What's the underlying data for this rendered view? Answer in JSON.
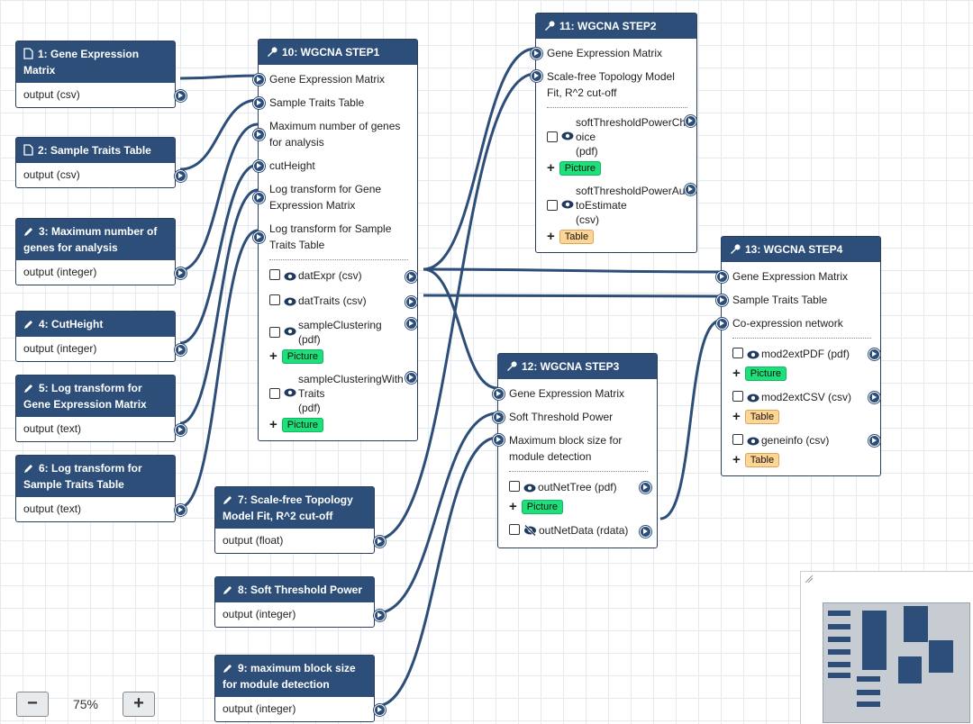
{
  "nodes": {
    "n1": {
      "title": "1: Gene Expression Matrix",
      "output": "output (csv)"
    },
    "n2": {
      "title": "2: Sample Traits Table",
      "output": "output (csv)"
    },
    "n3": {
      "title": "3: Maximum number of genes for analysis",
      "output": "output (integer)"
    },
    "n4": {
      "title": "4: CutHeight",
      "output": "output (integer)"
    },
    "n5": {
      "title": "5: Log transform for Gene Expression Matrix",
      "output": "output (text)"
    },
    "n6": {
      "title": "6: Log transform for Sample Traits Table",
      "output": "output (text)"
    },
    "n7": {
      "title": "7: Scale-free Topology Model Fit, R^2 cut-off",
      "output": "output (float)"
    },
    "n8": {
      "title": "8: Soft Threshold Power",
      "output": "output (integer)"
    },
    "n9": {
      "title": "9: maximum block size for module detection",
      "output": "output (integer)"
    },
    "n10": {
      "title": "10: WGCNA STEP1",
      "inputs": [
        "Gene Expression Matrix",
        "Sample Traits Table",
        "Maximum number of genes for analysis",
        "cutHeight",
        "Log transform for Gene Expression Matrix",
        "Log transform for Sample Traits Table"
      ],
      "outputs": [
        {
          "label": "datExpr (csv)"
        },
        {
          "label": "datTraits (csv)"
        },
        {
          "label": "sampleClustering",
          "fmt": "(pdf)",
          "badge": "Picture"
        },
        {
          "label": "sampleClusteringWith",
          "label2": "Traits",
          "fmt": "(pdf)",
          "badge": "Picture"
        }
      ]
    },
    "n11": {
      "title": "11: WGCNA STEP2",
      "inputs": [
        "Gene Expression Matrix",
        "Scale-free Topology Model Fit, R^2 cut-off"
      ],
      "outputs": [
        {
          "label": "softThresholdPowerCh",
          "label2": "oice",
          "fmt": "(pdf)",
          "badge": "Picture"
        },
        {
          "label": "softThresholdPowerAu",
          "label2": "toEstimate",
          "fmt": "(csv)",
          "badge": "Table"
        }
      ]
    },
    "n12": {
      "title": "12: WGCNA STEP3",
      "inputs": [
        "Gene Expression Matrix",
        "Soft Threshold Power",
        "Maximum block size for module detection"
      ],
      "outputs": [
        {
          "label": "outNetTree (pdf)",
          "badge": "Picture"
        },
        {
          "label": "outNetData (rdata)"
        }
      ]
    },
    "n13": {
      "title": "13: WGCNA STEP4",
      "inputs": [
        "Gene Expression Matrix",
        "Sample Traits Table",
        "Co-expression network"
      ],
      "outputs": [
        {
          "label": "mod2extPDF (pdf)",
          "badge": "Picture"
        },
        {
          "label": "mod2extCSV (csv)",
          "badge": "Table"
        },
        {
          "label": "geneinfo (csv)",
          "badge": "Table"
        }
      ]
    }
  },
  "zoom": {
    "minus": "−",
    "value": "75%",
    "plus": "+"
  },
  "colors": {
    "header": "#2c4e78",
    "wire": "#2c4e78",
    "picture_badge": "#1de07a",
    "table_badge": "#ffd595",
    "grid": "#e5eaf1"
  },
  "icons": {
    "dataset": "file-icon",
    "parameter": "pencil-icon",
    "tool": "wrench-icon",
    "visible": "eye-icon",
    "hidden": "eye-slash-icon"
  }
}
